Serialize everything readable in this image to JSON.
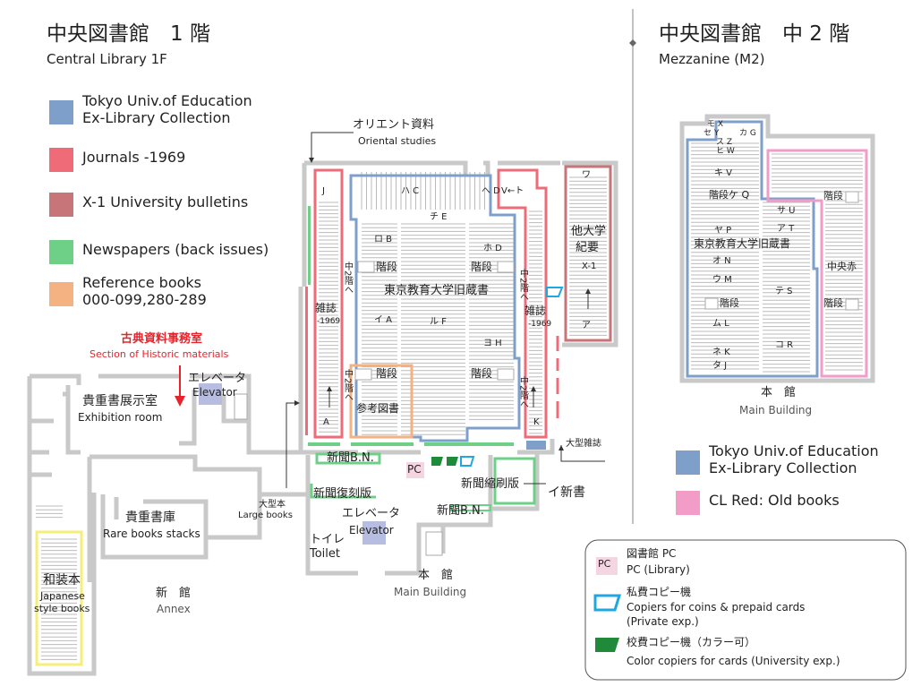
{
  "titles": {
    "f1_jp": "中央図書館　1 階",
    "f1_en": "Central Library 1F",
    "m2_jp": "中央図書館　中 2 階",
    "m2_en": "Mezzanine (M2)"
  },
  "legend_left": [
    {
      "color": "#7f9fcb",
      "line1": "Tokyo Univ.of Education",
      "line2": "Ex-Library Collection"
    },
    {
      "color": "#ef6b78",
      "line1": "Journals -1969",
      "line2": ""
    },
    {
      "color": "#c77579",
      "line1": "X-1 University bulletins",
      "line2": ""
    },
    {
      "color": "#6ed087",
      "line1": "Newspapers (back issues)",
      "line2": ""
    },
    {
      "color": "#f4b182",
      "line1": "Reference books",
      "line2": "000-099,280-289"
    }
  ],
  "legend_right": [
    {
      "color": "#7f9fcb",
      "line1": "Tokyo Univ.of Education",
      "line2": "Ex-Library Collection"
    },
    {
      "color": "#f29cc8",
      "line1": "CL Red: Old books",
      "line2": ""
    }
  ],
  "historic": {
    "jp": "古典資料事務室",
    "en": "Section of Historic materials"
  },
  "rooms": {
    "elevator_jp": "エレベータ",
    "elevator_en": "Elevator",
    "exhibition_jp": "貴重書展示室",
    "exhibition_en": "Exhibition room",
    "rarebooks_jp": "貴重書庫",
    "rarebooks_en": "Rare books stacks",
    "japanese_jp": "和装本",
    "japanese_en1": "Japanese",
    "japanese_en2": "style books",
    "annex_jp": "新　館",
    "annex_en": "Annex",
    "main_jp": "本　館",
    "main_en": "Main Building",
    "toilet_jp": "トイレ",
    "toilet_en": "Toilet",
    "elevator2_jp": "エレベータ",
    "elevator2_en": "Elevator",
    "large_books_jp": "大型本",
    "large_books_en": "Large books",
    "oriental_jp": "オリエント資料",
    "oriental_en": "Oriental studies",
    "newspaper_bn": "新聞B.N.",
    "newspaper_bn2": "新聞B.N.",
    "newspaper_reprint": "新聞復刻版",
    "newspaper_reduced": "新聞縮刷版",
    "new_books": "イ新書",
    "large_magazines": "大型雑誌",
    "pc": "PC",
    "tue_collection": "東京教育大学旧蔵書",
    "stairs": "階段",
    "reference": "参考図書",
    "journals": "雑誌",
    "journals_year": "-1969",
    "other_univ": "他大学",
    "bulletins": "紀要",
    "x1": "X-1",
    "to_m2": "中2階へ",
    "main_m2_jp": "本　館",
    "main_m2_en": "Main Building",
    "m2_tue": "東京教育大学旧蔵書",
    "m2_chuo": "中央赤",
    "m2_stairs": "階段"
  },
  "stack_labels": {
    "j": "J",
    "a": "A",
    "ha_c": "ハ C",
    "chi_e": "チ E",
    "ro_b": "ロ B",
    "i_a": "イ A",
    "ru_f": "ル F",
    "he_d": "へ D",
    "ho_d": "ホ D",
    "v_to": "V←ト",
    "yo_h": "ヨ H",
    "k": "K",
    "wa": "ワ",
    "a2": "ア",
    "mo_x": "モ X",
    "se_y": "セ Y",
    "ka_g": "カ G",
    "su_z": "ス Z",
    "hi_w": "ヒ W",
    "ki_v": "キ V",
    "ke_q": "階段ケ Q",
    "sa_u": "サ U",
    "ya_p": "ヤ P",
    "a_t": "ア T",
    "o_n": "オ N",
    "u_m": "ウ M",
    "te_s": "テ S",
    "mu_l": "ム L",
    "ko_r": "コ R",
    "ne_k": "ネ K",
    "ta_j": "タ J"
  },
  "info_box": {
    "pc_label": "PC",
    "pc_jp": "図書館 PC",
    "pc_en": "PC (Library)",
    "private_jp": "私費コピー機",
    "private_en1": "Copiers for coins & prepaid cards",
    "private_en2": "(Private exp.)",
    "univ_jp": "校費コピー機（カラー可）",
    "univ_en": "Color copiers for cards (University exp.)"
  },
  "colors": {
    "blue": "#7f9fcb",
    "red": "#ef6b78",
    "brown": "#c77579",
    "green": "#6ed087",
    "orange": "#f4b182",
    "pink": "#f29cc8",
    "yellow": "#f6ee7a",
    "historic_red": "#e8232b",
    "wall": "#c9c9c9",
    "copier_blue": "#1ea7e0",
    "copier_green": "#1e8a3a",
    "pc_bg": "#f6d5e3"
  }
}
